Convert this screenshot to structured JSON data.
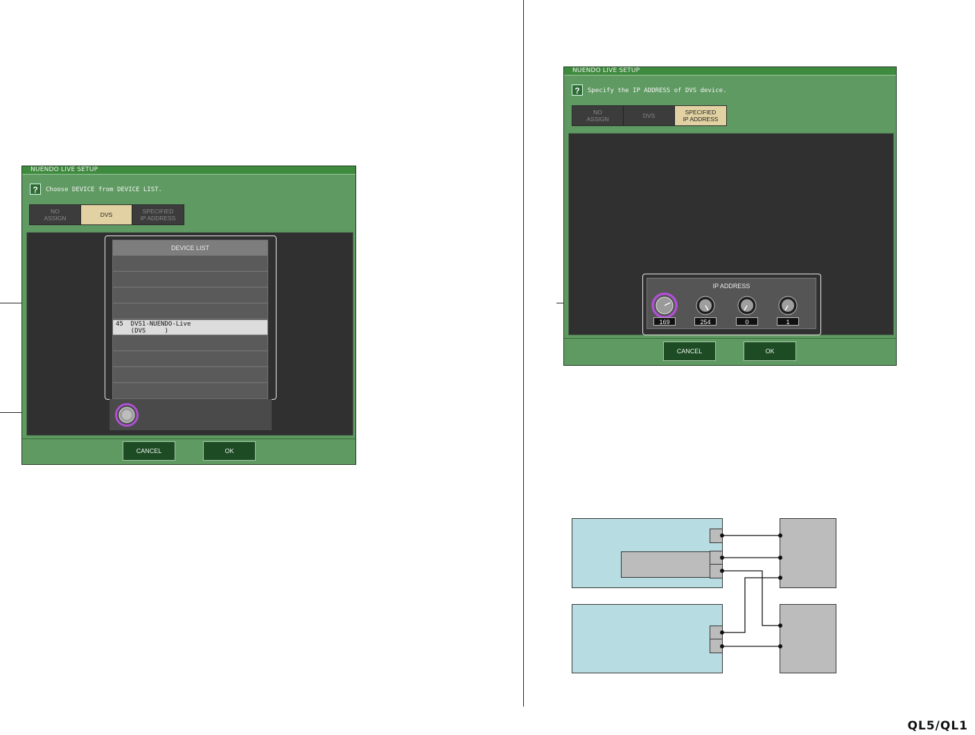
{
  "left_screen": {
    "title": "NUENDO LIVE SETUP",
    "prompt": "Choose DEVICE from DEVICE LIST.",
    "modes": [
      {
        "label": "NO\nASSIGN",
        "active": false
      },
      {
        "label": "DVS",
        "active": true
      },
      {
        "label": "SPECIFIED\nIP ADDRESS",
        "active": false
      }
    ],
    "device_list": {
      "header": "DEVICE LIST",
      "rows": [
        "",
        "",
        "",
        "",
        "45  DVS1-NUENDO-Live\n    (DVS     )",
        "",
        "",
        "",
        ""
      ],
      "selected_index": 4
    },
    "cancel_label": "CANCEL",
    "ok_label": "OK"
  },
  "right_screen": {
    "title": "NUENDO LIVE SETUP",
    "prompt": "Specify the IP ADDRESS of DVS device.",
    "modes": [
      {
        "label": "NO\nASSIGN",
        "active": false
      },
      {
        "label": "DVS",
        "active": false
      },
      {
        "label": "SPECIFIED\nIP ADDRESS",
        "active": true
      }
    ],
    "ip_label": "IP ADDRESS",
    "ip_values": [
      "169",
      "254",
      "0",
      "1"
    ],
    "cancel_label": "CANCEL",
    "ok_label": "OK"
  },
  "colors": {
    "screen_green": "#5f9a62",
    "title_green": "#3e8a3e",
    "active_button": "#e2d2a3",
    "knob_highlight": "#b24fd6",
    "diagram_blue": "#b7dde2",
    "diagram_gray": "#bcbcbc"
  },
  "footer_logo": "QL5/QL1"
}
